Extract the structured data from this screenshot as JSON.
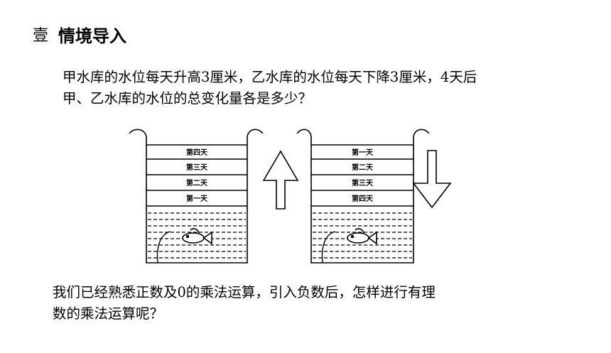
{
  "heading": {
    "number": "壹",
    "title": "情境导入"
  },
  "problem": {
    "line1": "甲水库的水位每天升高3厘米，乙水库的水位每天下降3厘米，4天后",
    "line2": "甲、乙水库的水位的总变化量各是多少？"
  },
  "figure": {
    "left_tank_days": [
      "第四天",
      "第三天",
      "第二天",
      "第一天"
    ],
    "right_tank_days": [
      "第一天",
      "第二天",
      "第三天",
      "第四天"
    ],
    "left_arrow": "up-arrow-icon",
    "right_arrow": "down-arrow-icon"
  },
  "question": {
    "line1": "我们已经熟悉正数及0的乘法运算，引入负数后，怎样进行有理",
    "line2": "数的乘法运算呢？"
  }
}
